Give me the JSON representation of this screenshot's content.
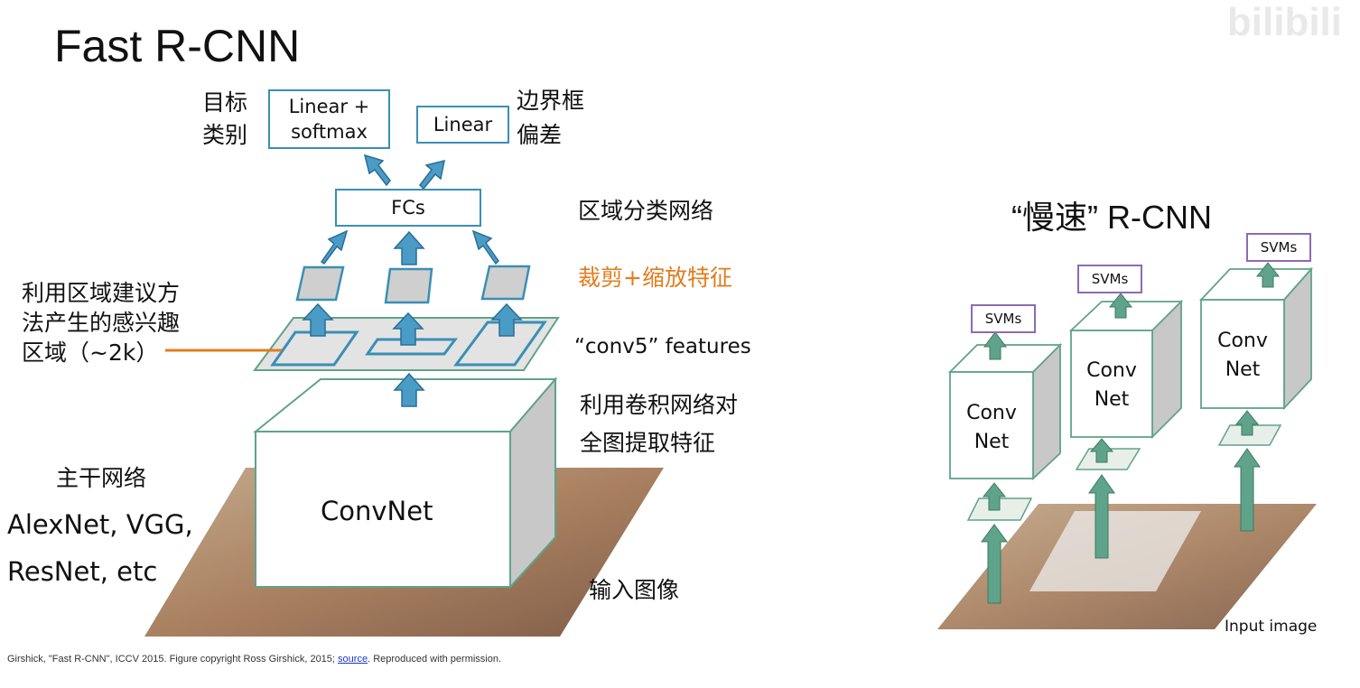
{
  "watermark": "bilibili",
  "left": {
    "title": "Fast R-CNN",
    "class_label": [
      "目标",
      "类别"
    ],
    "box_label": [
      "边界框",
      "偏差"
    ],
    "cls_box": [
      "Linear +",
      "softmax"
    ],
    "reg_box": "Linear",
    "fc_box": "FCs",
    "region_net_label": "区域分类网络",
    "crop_label": "裁剪+缩放特征",
    "proposal_label": [
      "利用区域建议方",
      "法产生的感兴趣",
      "区域（~2k）"
    ],
    "features_label": "“conv5” features",
    "conv_label": [
      "利用卷积网络对",
      "全图提取特征"
    ],
    "backbone_label": "主干网络",
    "backbone_examples": [
      "AlexNet, VGG,",
      "ResNet, etc"
    ],
    "convnet_label": "ConvNet",
    "input_label": "输入图像"
  },
  "right": {
    "title": "“慢速”  R-CNN",
    "svm_label": "SVMs",
    "convnet_label": [
      "Conv",
      "Net"
    ],
    "input_label": "Input image"
  },
  "citation": {
    "prefix": "Girshick, \"Fast R-CNN\", ICCV 2015. Figure copyright Ross Girshick, 2015;",
    "link": "source",
    "suffix": ". Reproduced with permission."
  },
  "colors": {
    "blue_arrow": "#4a9cc7",
    "teal_arrow": "#5fa38a",
    "box_border": "#3a8fb5",
    "svm_border": "#8e6ab5",
    "orange": "#e27c1c"
  }
}
